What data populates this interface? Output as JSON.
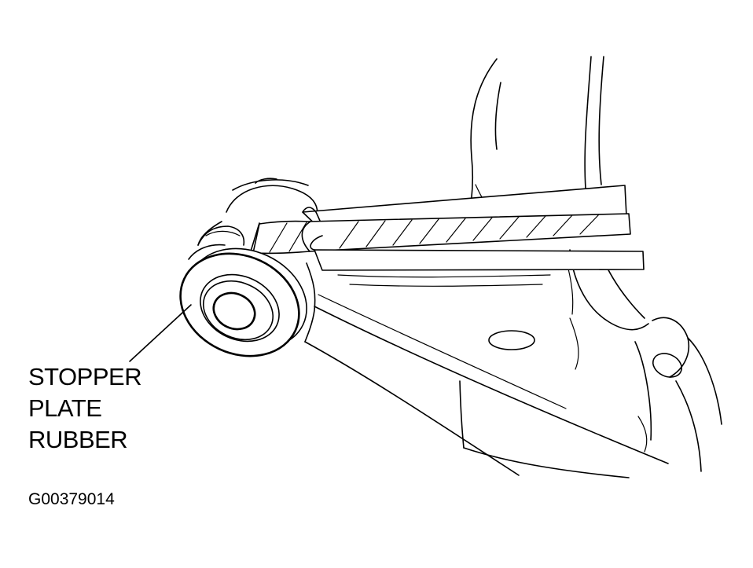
{
  "label": {
    "line1": "STOPPER",
    "line2": "PLATE",
    "line3": "RUBBER"
  },
  "figure_id": "G00379014"
}
